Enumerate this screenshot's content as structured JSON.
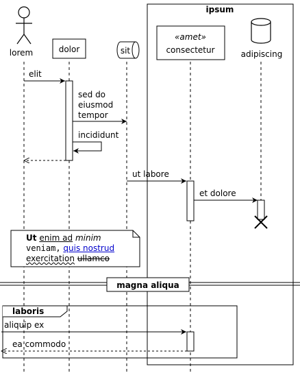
{
  "participants": {
    "lorem": "lorem",
    "dolor": "dolor",
    "sit": "sit",
    "consectetur_stereotype": "«amet»",
    "consectetur": "consectetur",
    "adipiscing": "adipiscing"
  },
  "box": {
    "title": "ipsum"
  },
  "messages": {
    "m1": "elit",
    "m2_lines": [
      "sed do",
      "eiusmod",
      "tempor"
    ],
    "m3": "incididunt",
    "m4": "ut labore",
    "m5": "et dolore",
    "m6": "aliquip ex",
    "m7": "ea commodo"
  },
  "note": {
    "w1": "Ut",
    "w2": "enim ad",
    "w3": "minim",
    "w4": "veniam,",
    "w5": "quis nostrud",
    "w6": "exercitation",
    "w7": "ullamco"
  },
  "divider": {
    "label": "magna aliqua"
  },
  "group": {
    "label": "laboris"
  }
}
